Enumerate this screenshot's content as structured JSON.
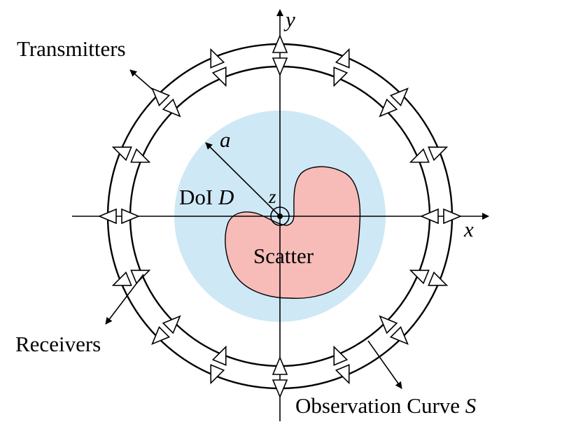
{
  "labels": {
    "transmitters": "Transmitters",
    "receivers": "Receivers",
    "observation_prefix": "Observation Curve ",
    "observation_symbol": "S",
    "doi_prefix": "DoI ",
    "doi_symbol": "D",
    "scatter": "Scatter",
    "radius": "a",
    "axis_x": "x",
    "axis_y": "y",
    "axis_z": "z"
  },
  "colors": {
    "doi_fill": "#cfe8f5",
    "scatter_fill": "#f7bcb8",
    "stroke": "#000000",
    "triangle_fill": "#ffffff"
  },
  "counts": {
    "transmitters": 16,
    "receivers": 16
  }
}
